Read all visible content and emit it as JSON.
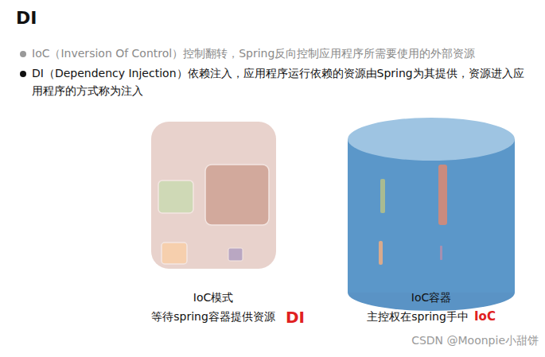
{
  "diagram": {
    "title": "DI",
    "labels": [
      "IoC（Inversion Of Control）控制翻转，Spring反向控制应用程序所需要使用的外部资源",
      "DI（Dependency Injection）依赖注入，应用程序运行依赖的资源由Spring为其提供，资源进入应用程序的方式称为注入",
      "IoC模式",
      "等待spring容器提供资源",
      "DI",
      "IoC容器",
      "主控权在spring手中",
      "IoC",
      "CSDN @Moonpie小甜饼"
    ]
  }
}
